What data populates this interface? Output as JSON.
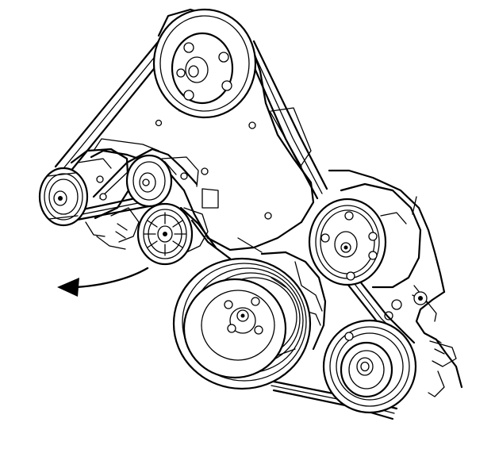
{
  "diagram": {
    "type": "serpentine-drive-belt-routing",
    "line_color": "#000000",
    "background_color": "#ffffff",
    "components": [
      {
        "id": "top-pulley",
        "icon": "pulley-icon"
      },
      {
        "id": "power-steering-pump-pulley",
        "icon": "pulley-icon"
      },
      {
        "id": "idler-pulley",
        "icon": "pulley-icon"
      },
      {
        "id": "belt-tensioner-pulley",
        "icon": "tensioner-icon"
      },
      {
        "id": "crankshaft-pulley",
        "icon": "pulley-icon"
      },
      {
        "id": "alternator-pulley",
        "icon": "pulley-icon"
      },
      {
        "id": "ac-compressor-pulley",
        "icon": "pulley-icon"
      }
    ],
    "tensioner_rotation_arrow": {
      "icon": "curved-arrow-left-icon",
      "direction": "counterclockwise"
    }
  }
}
